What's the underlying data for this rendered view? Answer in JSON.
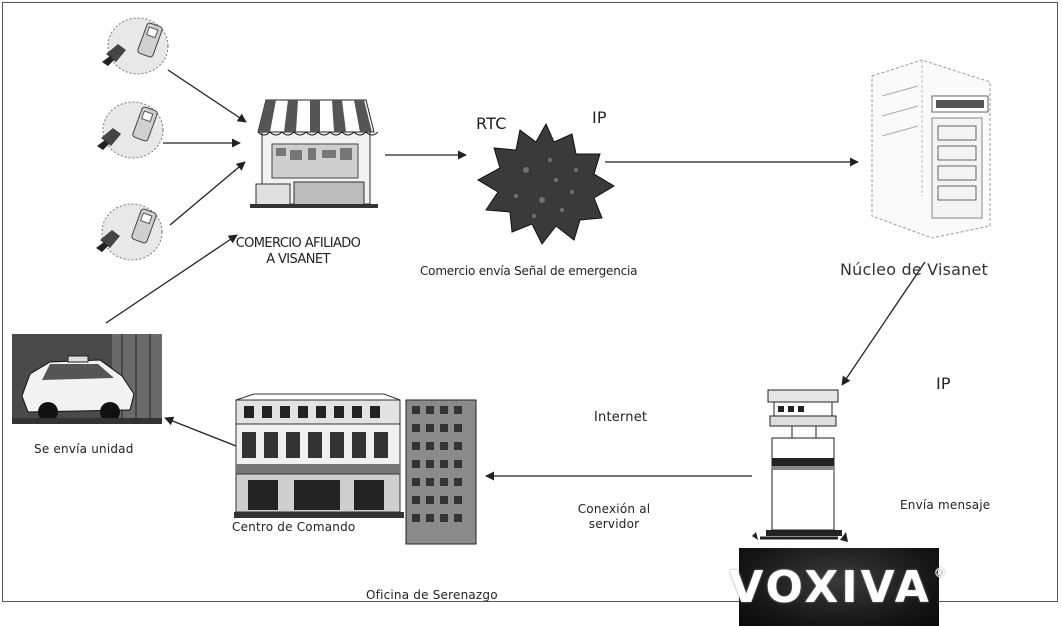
{
  "labels": {
    "commerce": "COMERCIO AFILIADO\nA VISANET",
    "rtc": "RTC",
    "ip_top": "IP",
    "signal": "Comercio envía Señal de emergencia",
    "core": "Núcleo de Visanet",
    "ip_right": "IP",
    "internet": "Internet",
    "send_unit": "Se envía unidad",
    "command": "Centro de Comando",
    "connection": "Conexión al\nservidor",
    "sends_message": "Envía mensaje",
    "office": "Oficina de Serenazgo"
  },
  "logo": {
    "text": "VOXIVA",
    "mark": "®"
  },
  "icons": {
    "phones": "mobile-phone-icon",
    "store": "storefront-icon",
    "network": "network-cloud-icon",
    "server_core": "mainframe-server-icon",
    "server_voxiva": "tower-server-icon",
    "building": "command-center-building-icon",
    "car": "patrol-car-icon"
  }
}
